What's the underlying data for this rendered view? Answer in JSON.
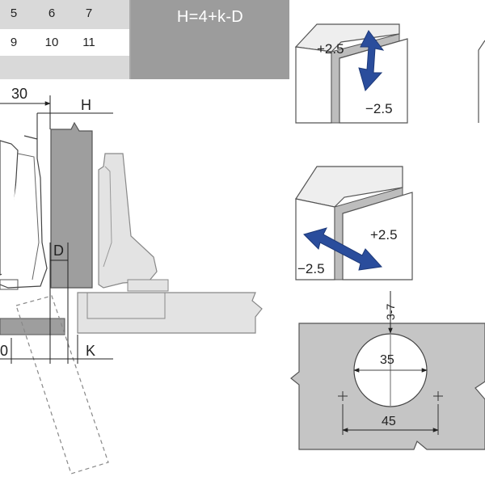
{
  "table": {
    "row1": [
      "5",
      "6",
      "7"
    ],
    "row2": [
      "9",
      "10",
      "11"
    ]
  },
  "formula": "H=4+k-D",
  "dims": {
    "d30": "30",
    "h": "H",
    "d": "D",
    "k": "K",
    "zero": "0"
  },
  "adjust_vertical": {
    "plus": "+2.5",
    "minus": "−2.5"
  },
  "adjust_depth": {
    "plus": "+2.5",
    "minus": "−2.5"
  },
  "drilling": {
    "offset": "3-7",
    "diameter": "35",
    "spacing": "45"
  },
  "colors": {
    "panel": "#9e9e9e",
    "light_part": "#e3e3e3",
    "arrow": "#2a4d9c",
    "plate": "#c5c5c5"
  }
}
